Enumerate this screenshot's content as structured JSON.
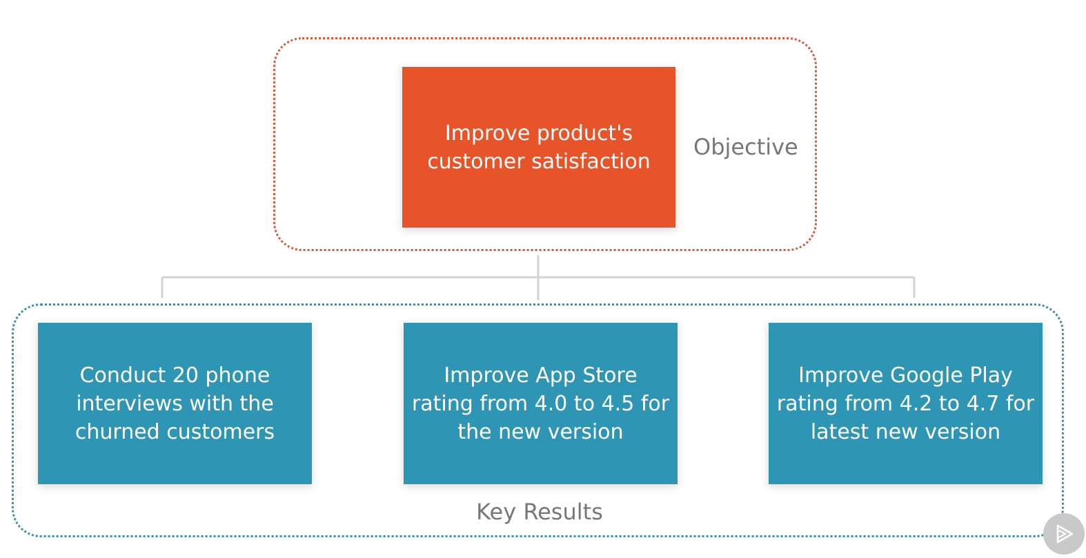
{
  "objective": {
    "text": "Improve product's customer satisfaction",
    "label": "Objective"
  },
  "key_results": {
    "label": "Key Results",
    "items": [
      {
        "text": "Conduct 20 phone interviews with the churned customers"
      },
      {
        "text": "Improve App Store rating from 4.0 to 4.5 for the new version"
      },
      {
        "text": "Improve Google Play rating from 4.2 to 4.7 for latest new version"
      }
    ]
  },
  "colors": {
    "objective_fill": "#E8542A",
    "objective_border": "#D05A3E",
    "kr_fill": "#2F95B5",
    "kr_border": "#3A8FA8",
    "connector": "#D3D3D3",
    "label_text": "#777777"
  },
  "icons": {
    "corner_badge": "play-icon"
  }
}
